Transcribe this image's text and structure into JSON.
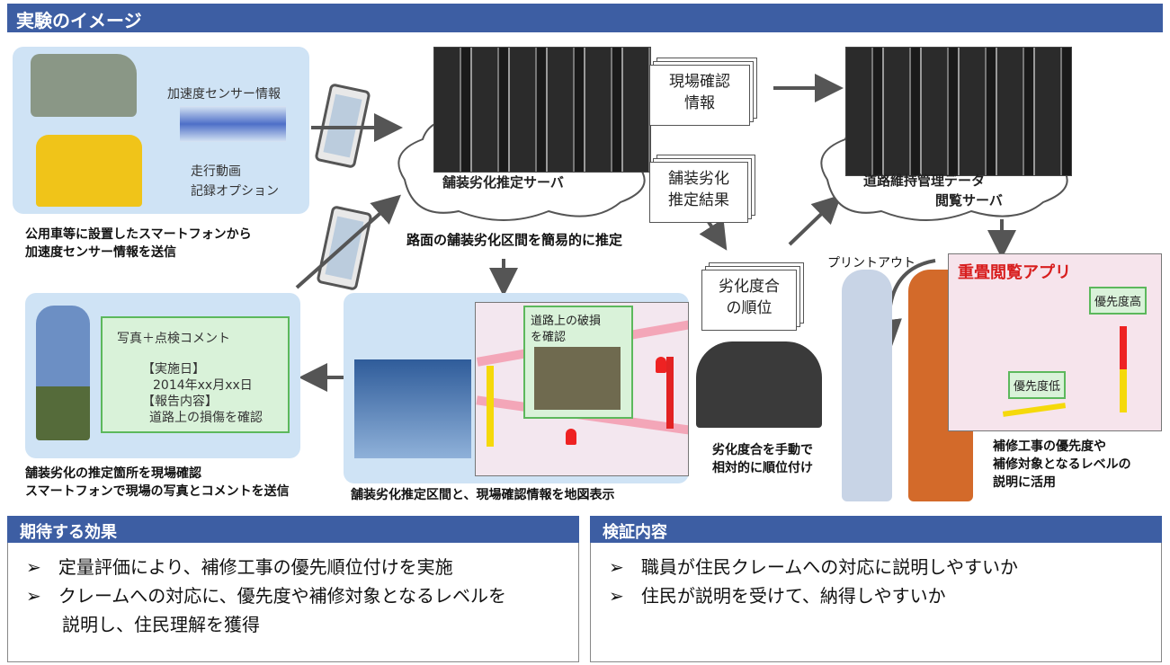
{
  "header": {
    "title": "実験のイメージ"
  },
  "vehicle_panel": {
    "accel_label": "加速度センサー情報",
    "video_label_1": "走行動画",
    "video_label_2": "記録オプション",
    "caption_1": "公用車等に設置したスマートフォンから",
    "caption_2": "加速度センサー情報を送信"
  },
  "server_left": {
    "label": "舗装劣化推定サーバ"
  },
  "doc_site_info": {
    "line1": "現場確認",
    "line2": "情報"
  },
  "doc_estimate": {
    "line1": "舗装劣化",
    "line2": "推定結果"
  },
  "server_right": {
    "line1": "道路維持管理データ",
    "line2": "閲覧サーバ"
  },
  "estimate_caption": "路面の舗装劣化区間を簡易的に推定",
  "doc_rank": {
    "line1": "劣化度合",
    "line2": "の順位"
  },
  "printout_label": "プリントアウト",
  "app_title": "重畳閲覧アプリ",
  "priority_high": "優先度高",
  "priority_low": "優先度低",
  "inspection_card": {
    "title": "写真＋点検コメント",
    "date_label": "【実施日】",
    "date_value": "2014年xx月xx日",
    "report_label": "【報告内容】",
    "report_value": "道路上の損傷を確認"
  },
  "inspection_caption_1": "舗装劣化の推定箇所を現場確認",
  "inspection_caption_2": "スマートフォンで現場の写真とコメントを送信",
  "map_callout": {
    "line1": "道路上の破損",
    "line2": "を確認"
  },
  "map_caption": "舗装劣化推定区間と、現場確認情報を地図表示",
  "operator_caption_1": "劣化度合を手動で",
  "operator_caption_2": "相対的に順位付け",
  "usage_caption_1": "補修工事の優先度や",
  "usage_caption_2": "補修対象となるレベルの",
  "usage_caption_3": "説明に活用",
  "effects": {
    "title": "期待する効果",
    "items": [
      "定量評価により、補修工事の優先順位付けを実施",
      "クレームへの対応に、優先度や補修対象となるレベルを",
      "説明し、住民理解を獲得"
    ]
  },
  "verification": {
    "title": "検証内容",
    "items": [
      "職員が住民クレームへの対応に説明しやすいか",
      "住民が説明を受けて、納得しやすいか"
    ]
  }
}
